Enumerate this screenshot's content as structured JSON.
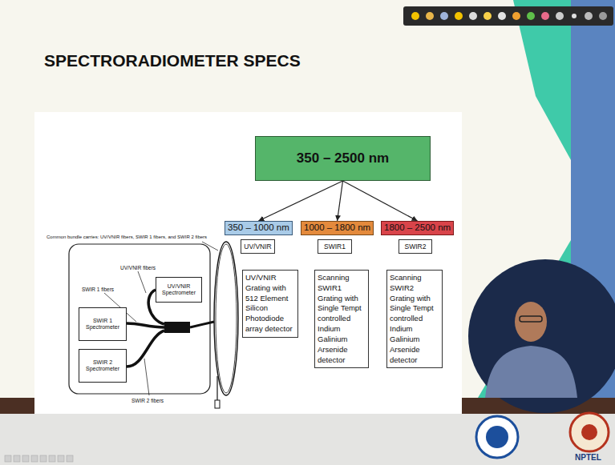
{
  "diagram": {
    "title": "SPECTRORADIOMETER SPECS",
    "nodes": [
      {
        "text": [
          "350 – 2500 nm"
        ]
      },
      {
        "text": [
          "350 – 1000 nm"
        ]
      },
      {
        "text": [
          "1000 – 1800 nm"
        ]
      },
      {
        "text": [
          "1800 – 2500 nm"
        ]
      },
      {
        "text": [
          "UV/VNIR"
        ]
      },
      {
        "text": [
          "SWIR1"
        ]
      },
      {
        "text": [
          "SWIR2"
        ]
      },
      {
        "text": [
          "UV/VNIR Grating with 512 Element Silicon Photodiode array detector"
        ]
      },
      {
        "text": [
          "Scanning SWIR1 Grating with Single Tempt controlled Indium Galinium Arsenide detector"
        ]
      },
      {
        "text": [
          "Scanning SWIR2 Grating with Single Tempt controlled Indium Galinium Arsenide detector"
        ]
      },
      {
        "text": [
          "UV/VNIR Spectrometer"
        ]
      },
      {
        "text": [
          "SWIR 1 Spectrometer"
        ]
      },
      {
        "text": [
          "SWIR 2 Spectrometer"
        ]
      }
    ],
    "edges": [
      {
        "from": 0,
        "to": 1,
        "arrow": "to"
      },
      {
        "from": 0,
        "to": 2,
        "arrow": "to"
      },
      {
        "from": 0,
        "to": 3,
        "arrow": "to"
      }
    ],
    "labels": [
      "Common bundle carries: UV/VNIR fibers, SWIR 1 fibers, and SWIR 2 fibers",
      "UV/VNIR fibers",
      "SWIR 1 fibers",
      "SWIR 2 fibers",
      "NPTEL"
    ]
  }
}
